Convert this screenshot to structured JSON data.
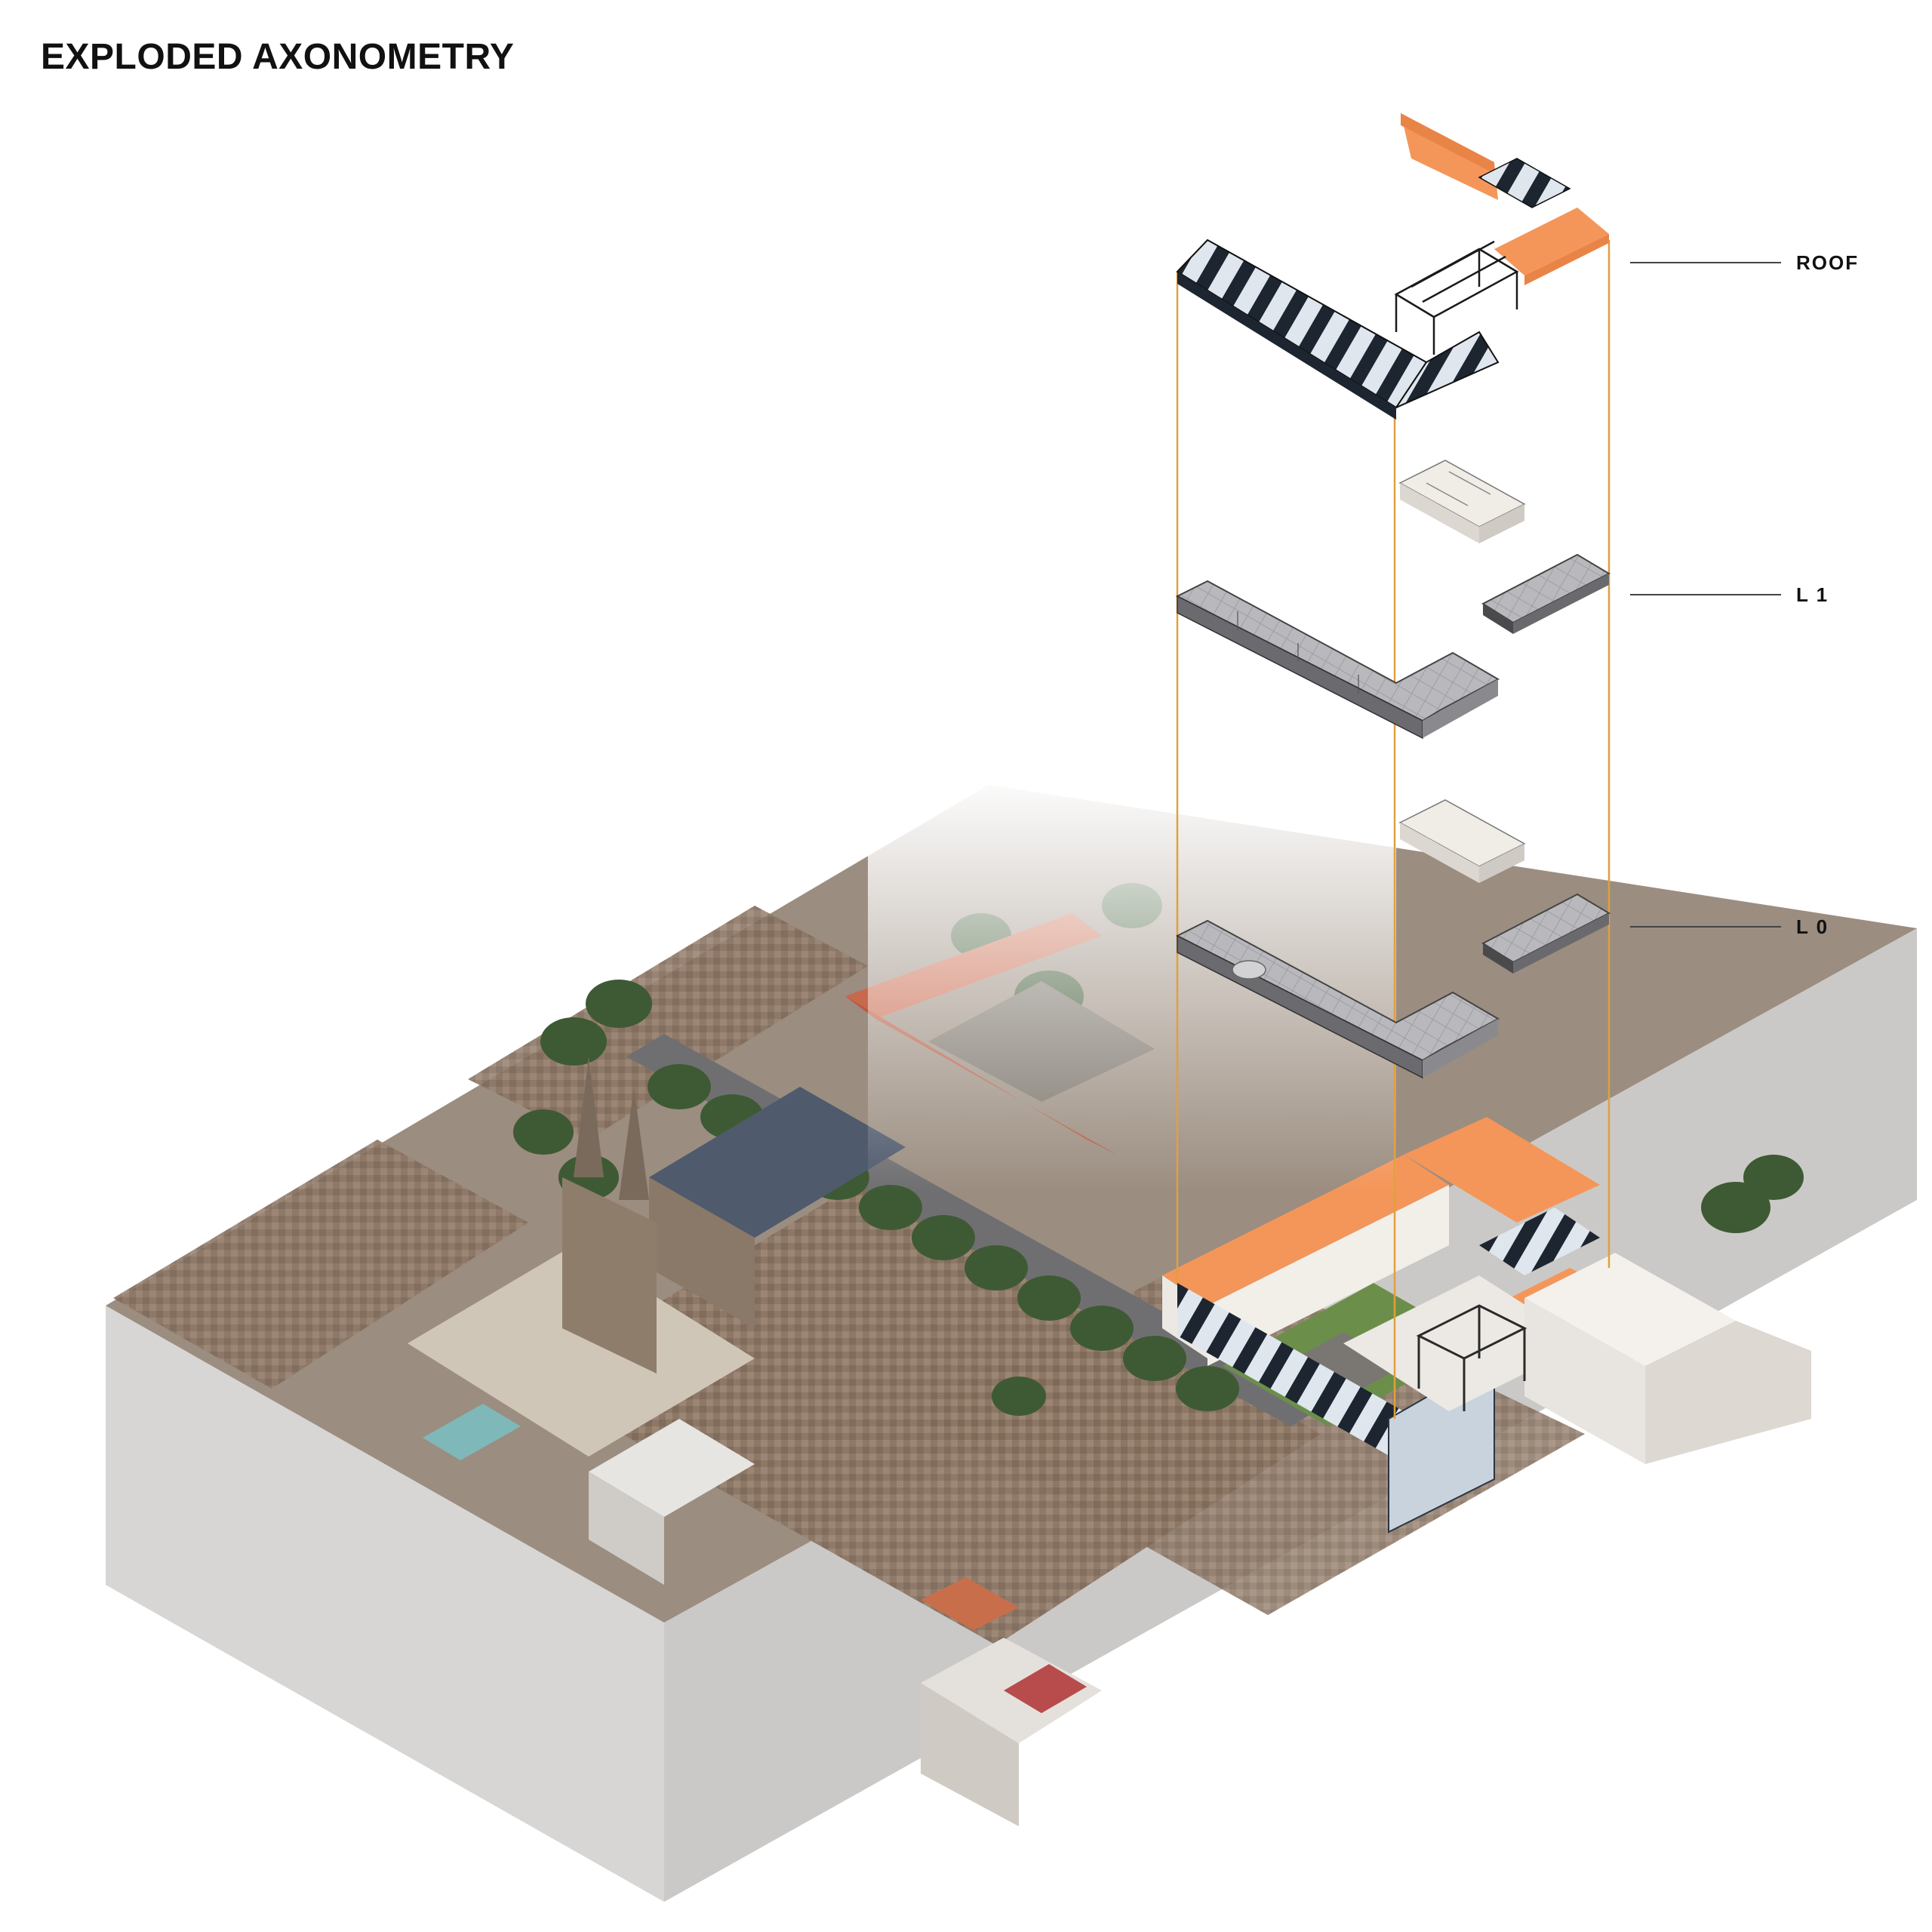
{
  "title": "EXPLODED AXONOMETRY",
  "levels": [
    {
      "id": "roof",
      "label": "ROOF"
    },
    {
      "id": "l1",
      "label": "L 1"
    },
    {
      "id": "l0",
      "label": "L 0"
    }
  ],
  "colors": {
    "roof_tile": "#f4965a",
    "roof_tile_dark": "#e98447",
    "glass_dark": "#1d2530",
    "glass_light": "#c9d3dd",
    "projection_line": "#e0a040",
    "base_block": "#d6d4d2",
    "base_block_dark": "#c4c2c0",
    "aerial_tone": "#9a8b7e",
    "trees": "#3e5a34",
    "plaster": "#ece9e4"
  }
}
